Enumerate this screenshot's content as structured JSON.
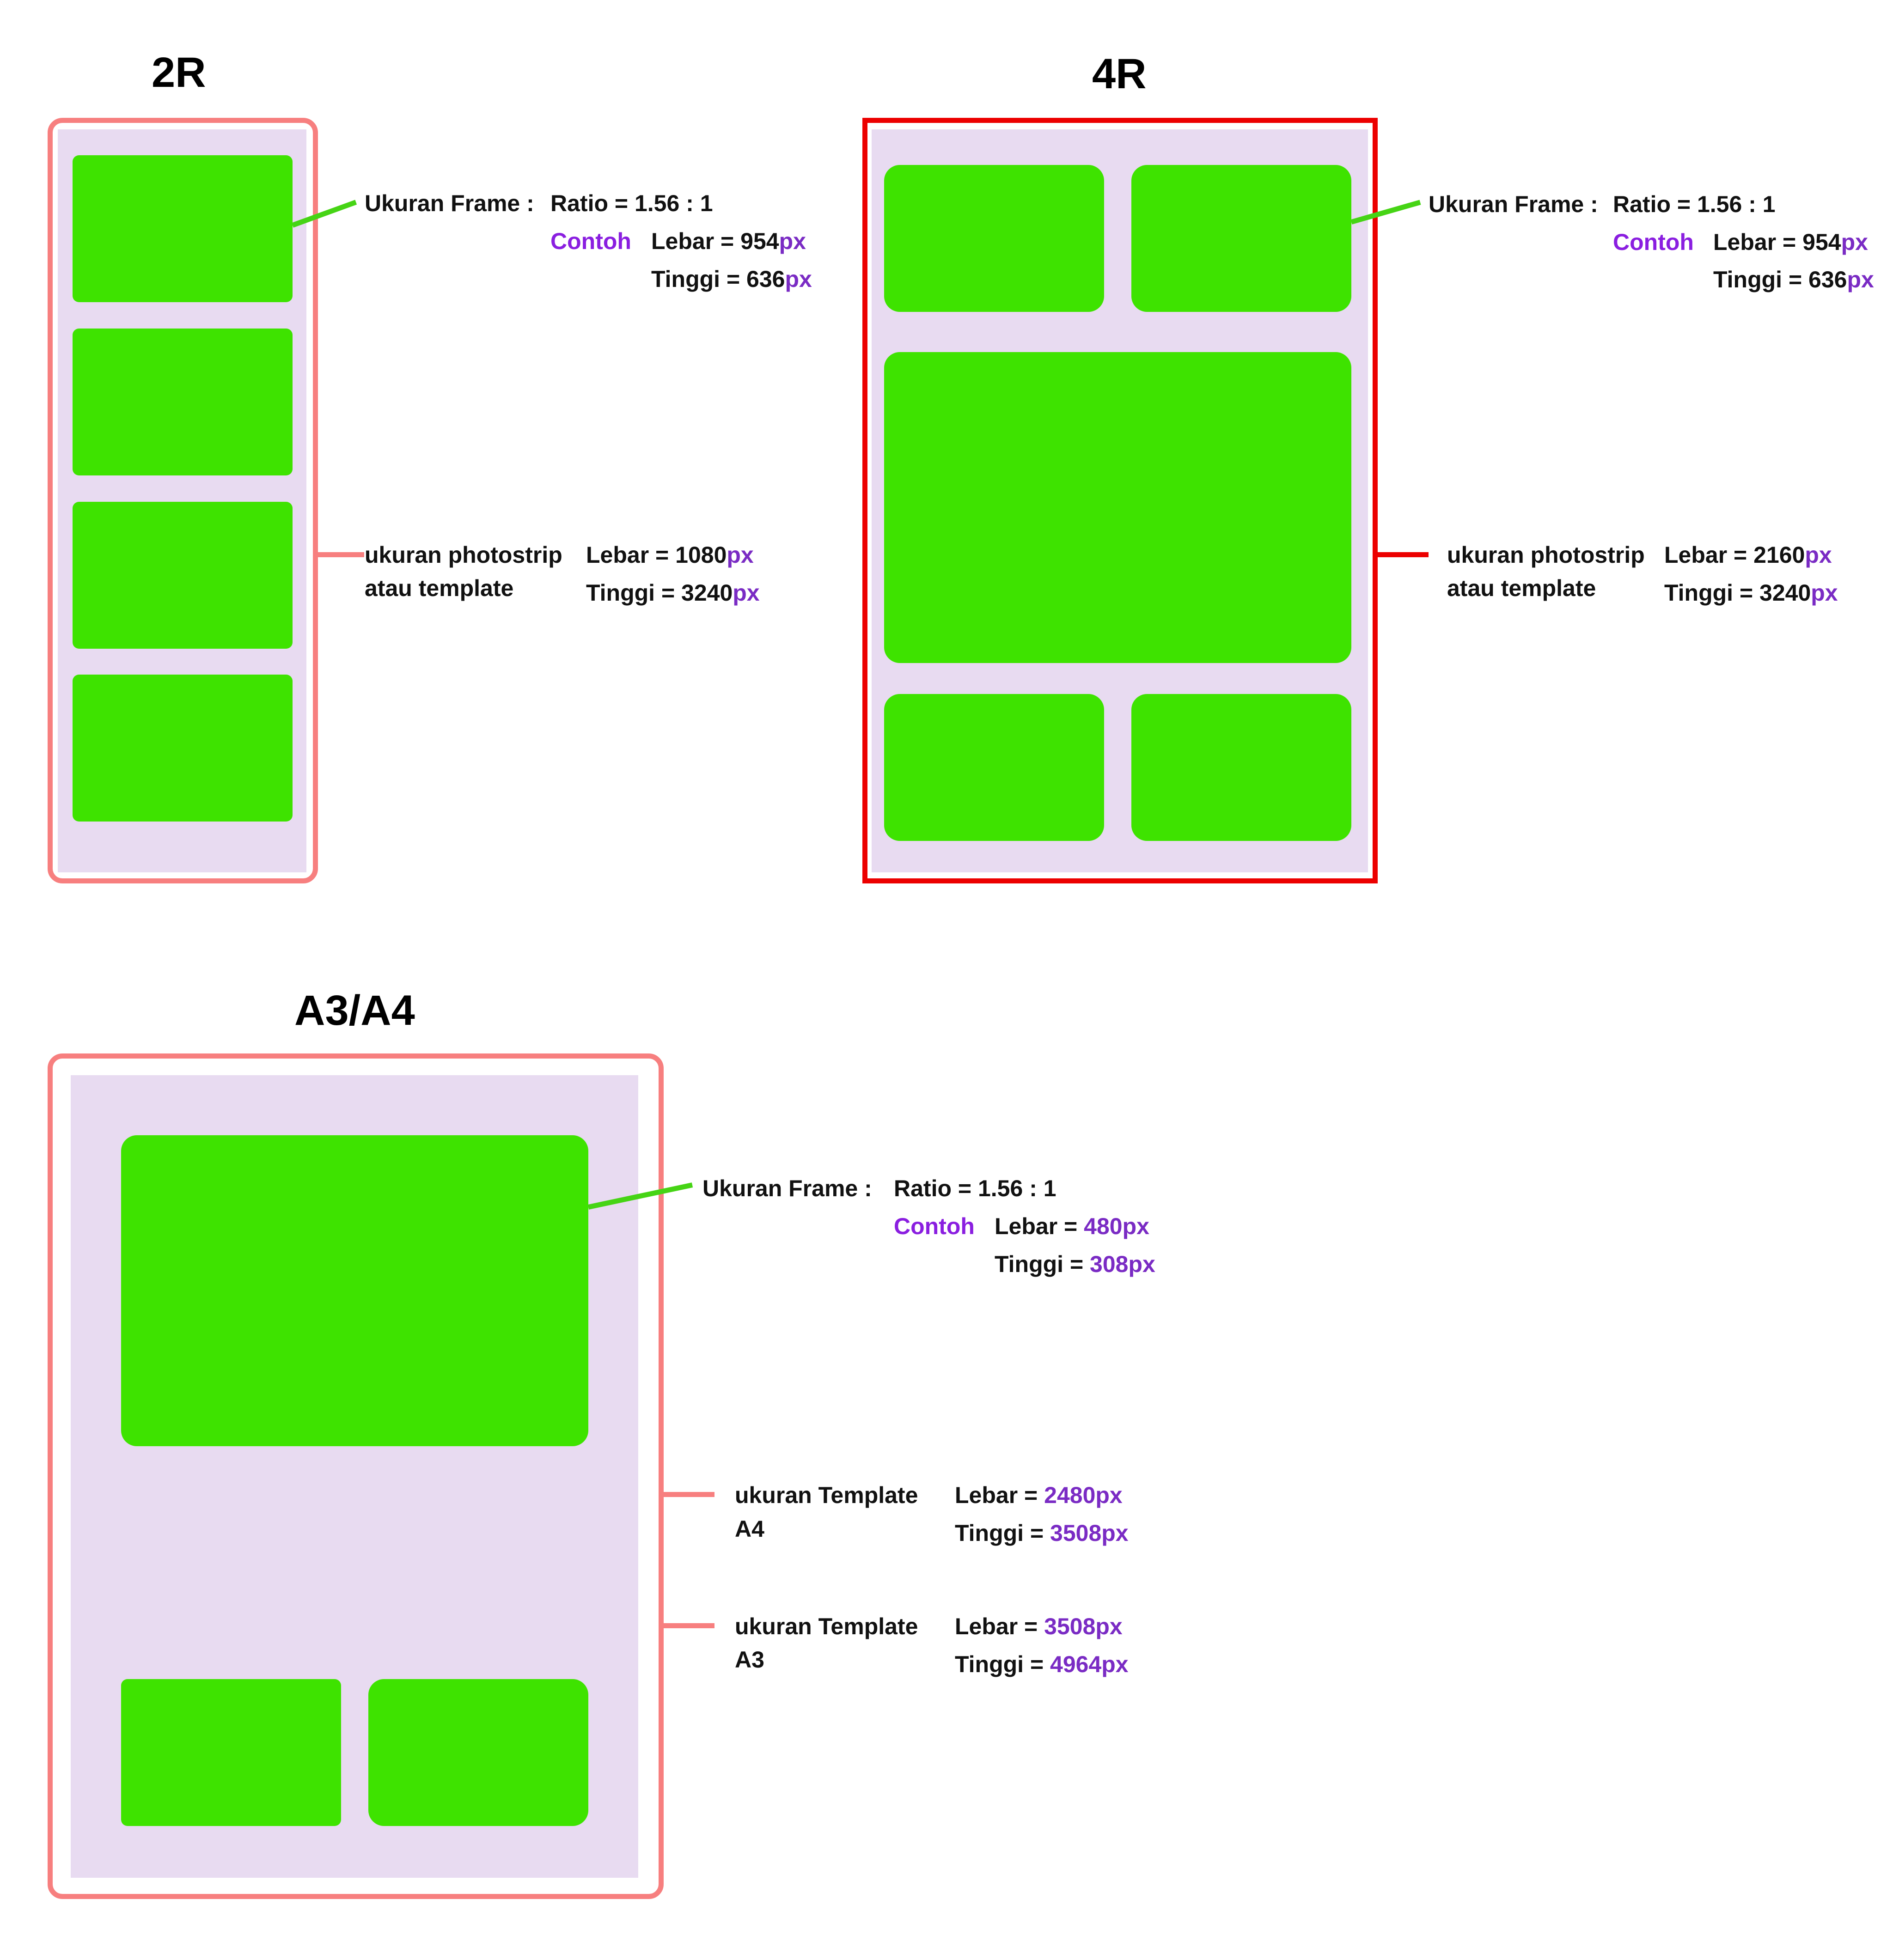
{
  "sections": {
    "r2": {
      "title": "2R",
      "frame": {
        "label": "Ukuran Frame :",
        "ratio": "Ratio = 1.56 : 1",
        "contoh": "Contoh",
        "lebar_label": "Lebar = 954",
        "lebar_unit": "px",
        "tinggi_label": "Tinggi = 636",
        "tinggi_unit": "px"
      },
      "template": {
        "label_line1": "ukuran photostrip",
        "label_line2": "atau template",
        "lebar_label": "Lebar = 1080",
        "lebar_unit": "px",
        "tinggi_label": "Tinggi = 3240",
        "tinggi_unit": "px"
      }
    },
    "r4": {
      "title": "4R",
      "frame": {
        "label": "Ukuran Frame :",
        "ratio": "Ratio = 1.56 : 1",
        "contoh": "Contoh",
        "lebar_label": "Lebar = 954",
        "lebar_unit": "px",
        "tinggi_label": "Tinggi = 636",
        "tinggi_unit": "px"
      },
      "template": {
        "label_line1": "ukuran photostrip",
        "label_line2": "atau template",
        "lebar_label": "Lebar = 2160",
        "lebar_unit": "px",
        "tinggi_label": "Tinggi = 3240",
        "tinggi_unit": "px"
      }
    },
    "a3a4": {
      "title": "A3/A4",
      "frame": {
        "label": "Ukuran Frame :",
        "ratio": "Ratio = 1.56 : 1",
        "contoh": "Contoh",
        "lebar_label": "Lebar = ",
        "lebar_value": "480px",
        "tinggi_label": "Tinggi = ",
        "tinggi_value": "308px"
      },
      "a4": {
        "label_line1": "ukuran Template",
        "label_line2": "A4",
        "lebar_label": "Lebar = ",
        "lebar_value": "2480px",
        "tinggi_label": "Tinggi = ",
        "tinggi_value": "3508px"
      },
      "a3": {
        "label_line1": "ukuran Template",
        "label_line2": "A3",
        "lebar_label": "Lebar = ",
        "lebar_value": "3508px",
        "tinggi_label": "Tinggi = ",
        "tinggi_value": "4964px"
      }
    }
  },
  "colors": {
    "frame": "#3ee300",
    "sheet": "#e8dbf1",
    "border_2r": "#f77f7f",
    "border_4r": "#ec0000",
    "accent": "#7a2bc4"
  }
}
